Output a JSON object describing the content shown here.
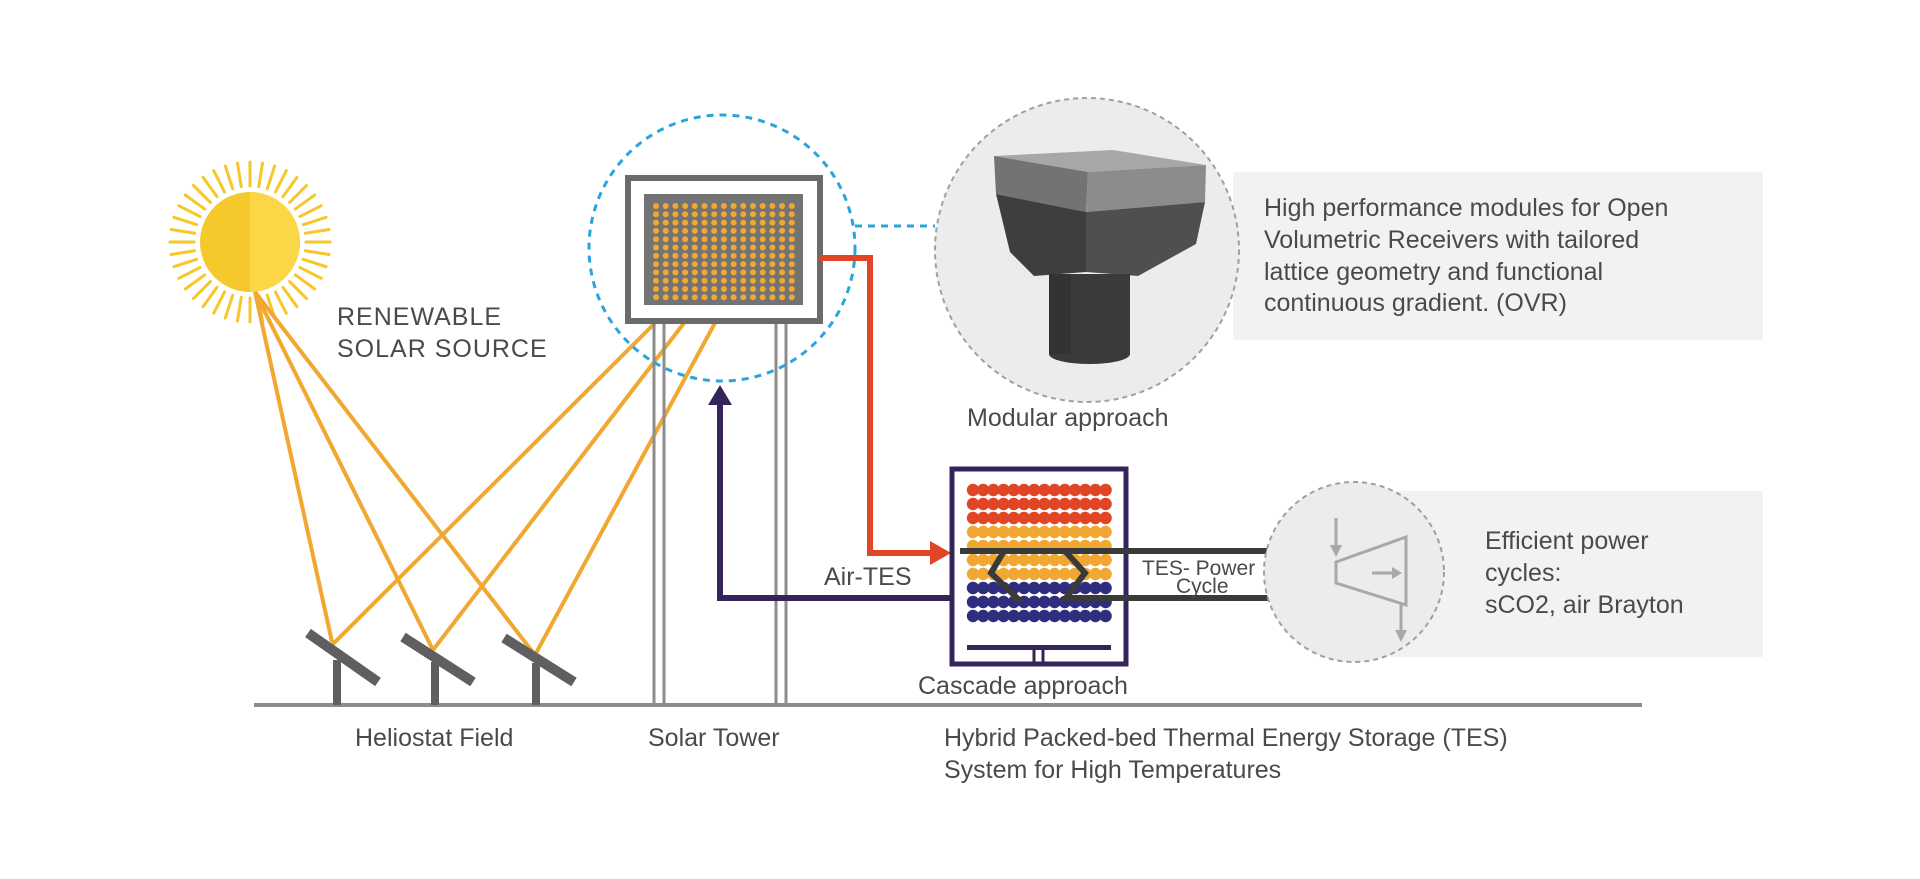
{
  "labels": {
    "renewable_line1": "RENEWABLE",
    "renewable_line2": "SOLAR SOURCE",
    "heliostat_field": "Heliostat Field",
    "solar_tower": "Solar Tower",
    "modular_approach": "Modular approach",
    "cascade_approach": "Cascade approach",
    "air_tes": "Air-TES",
    "tes_power_line1": "TES- Power",
    "tes_power_line2": "Cycle",
    "hybrid_line1": "Hybrid Packed-bed Thermal Energy Storage (TES)",
    "hybrid_line2": "System for High Temperatures"
  },
  "ovr_box": {
    "line1": "High performance modules for Open",
    "line2": "Volumetric Receivers with tailored",
    "line3": "lattice geometry and functional",
    "line4": "continuous gradient.  (OVR)"
  },
  "power_box": {
    "line1": "Efficient power",
    "line2": "cycles:",
    "line3": "sCO2, air Brayton"
  },
  "colors": {
    "sun": "#f6c728",
    "ray": "#f0a832",
    "hot_line": "#e04526",
    "cold_line": "#35245a",
    "tes_red": "#e04526",
    "tes_orange": "#f0a832",
    "tes_blue": "#2f2d7e",
    "gray_dark": "#5f5f5f",
    "gray_light": "#e8e8e8",
    "dashed_blue": "#2aa4dc"
  },
  "icons": [
    "sun-icon",
    "heliostat-icon",
    "receiver-module-icon",
    "turbine-icon"
  ]
}
